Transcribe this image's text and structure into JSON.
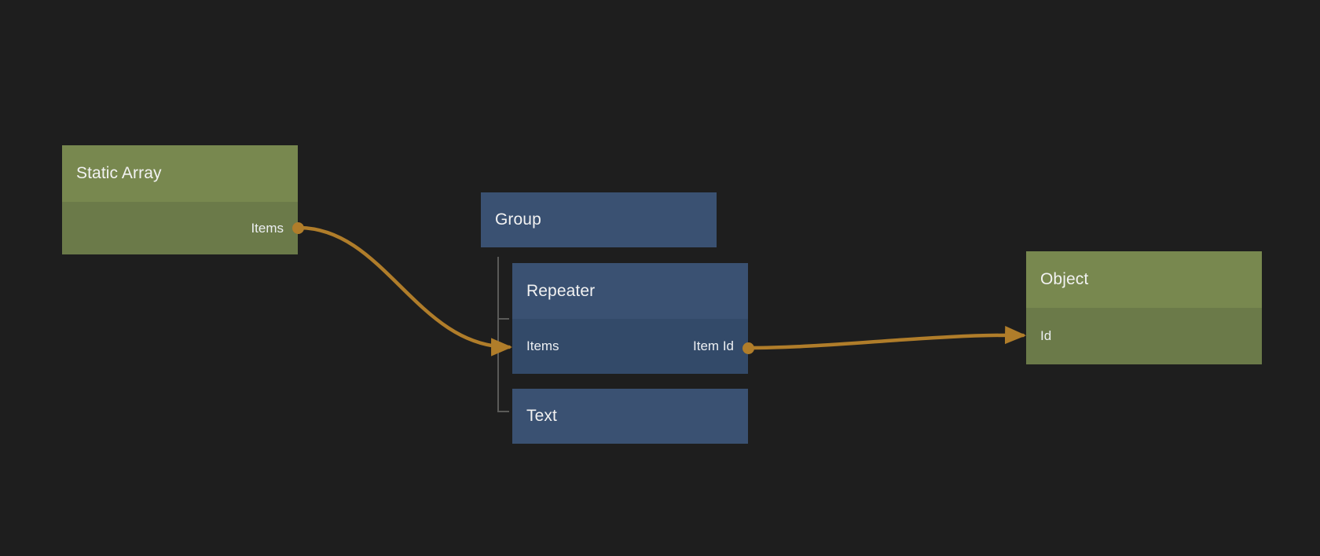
{
  "canvas": {
    "background_color": "#1e1e1e",
    "edge_color": "#b07d2a",
    "tree_line_color": "#5a5a58"
  },
  "nodes": [
    {
      "id": "static-array",
      "title": "Static Array",
      "kind": "data",
      "header_color": "#78884f",
      "body_color": "#6b7a49",
      "inputs": [],
      "outputs": [
        {
          "label": "Items"
        }
      ]
    },
    {
      "id": "group",
      "title": "Group",
      "kind": "logic",
      "header_color": "#3a5172",
      "body_color": "#334a69",
      "inputs": [],
      "outputs": []
    },
    {
      "id": "repeater",
      "title": "Repeater",
      "kind": "logic",
      "header_color": "#3a5172",
      "body_color": "#334a69",
      "inputs": [
        {
          "label": "Items"
        }
      ],
      "outputs": [
        {
          "label": "Item Id"
        }
      ]
    },
    {
      "id": "text",
      "title": "Text",
      "kind": "logic",
      "header_color": "#3a5172",
      "body_color": "#334a69",
      "inputs": [],
      "outputs": []
    },
    {
      "id": "object",
      "title": "Object",
      "kind": "data",
      "header_color": "#78884f",
      "body_color": "#6b7a49",
      "inputs": [
        {
          "label": "Id"
        }
      ],
      "outputs": []
    }
  ],
  "connections": [
    {
      "id": "static-array-items-to-repeater-items",
      "from_node": "static-array",
      "from_port": "Items",
      "to_node": "repeater",
      "to_port": "Items",
      "color": "#b07d2a"
    },
    {
      "id": "repeater-item-id-to-object-id",
      "from_node": "repeater",
      "from_port": "Item Id",
      "to_node": "object",
      "to_port": "Id",
      "color": "#b07d2a"
    }
  ],
  "group_children": [
    "repeater",
    "text"
  ]
}
